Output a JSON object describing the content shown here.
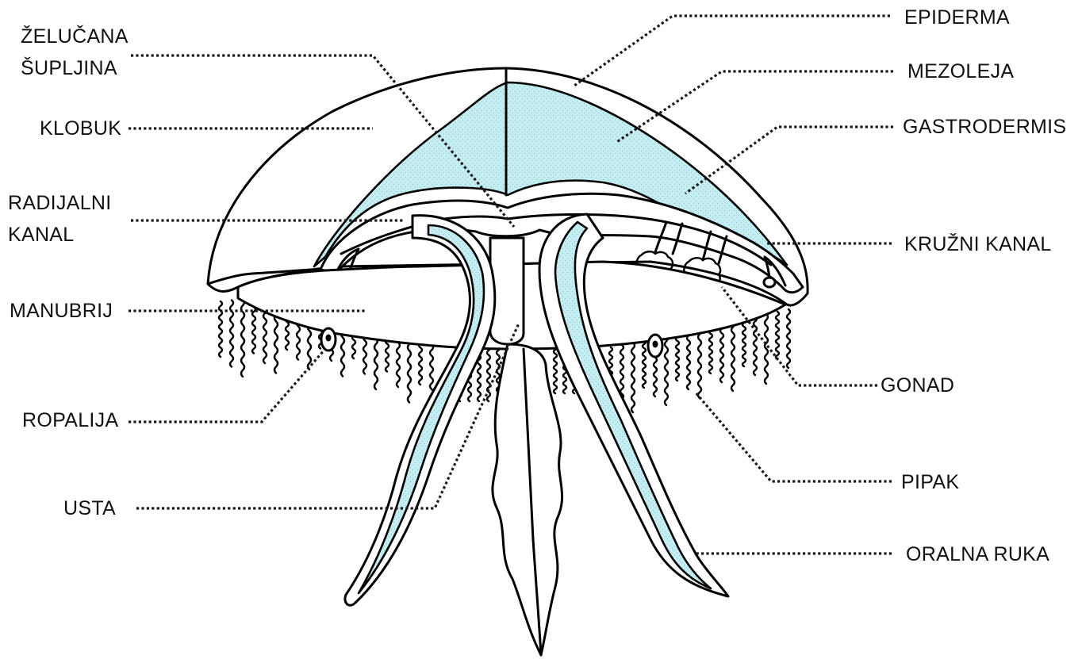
{
  "colors": {
    "fill_blue": "#c5eef2",
    "dot": "#8fc9cf",
    "line": "#000000"
  },
  "labels": {
    "zelucana_1": "ŽELUČANA",
    "zelucana_2": "ŠUPLJINA",
    "klobuk": "KLOBUK",
    "radijalni_1": "RADIJALNI",
    "radijalni_2": "KANAL",
    "manubrij": "MANUBRIJ",
    "ropalija": "ROPALIJA",
    "usta": "USTA",
    "epiderma": "EPIDERMA",
    "mezoleja": "MEZOLEJA",
    "gastrodermis": "GASTRODERMIS",
    "kruzni_kanal": "KRUŽNI KANAL",
    "gonad": "GONAD",
    "pipak": "PIPAK",
    "oralna_ruka": "ORALNA RUKA"
  }
}
